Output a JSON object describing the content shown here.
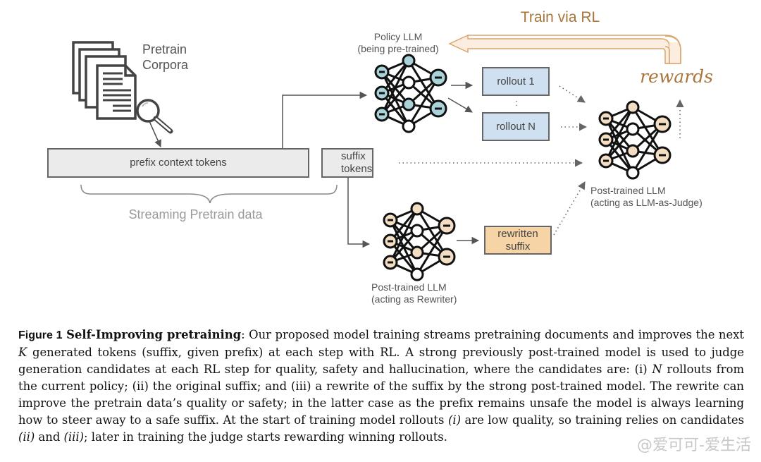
{
  "diagram": {
    "pretrain_corpora_label": [
      "Pretrain",
      "Corpora"
    ],
    "prefix_box": "prefix context tokens",
    "suffix_box": [
      "suffix",
      "tokens"
    ],
    "streaming_label": "Streaming Pretrain data",
    "policy_llm_label": [
      "Policy LLM",
      "(being pre-trained)"
    ],
    "rollout_1": "rollout 1",
    "rollout_ellipsis": ":",
    "rollout_n": "rollout N",
    "train_via_rl": "Train via RL",
    "rewards": "rewards",
    "judge_label": [
      "Post-trained LLM",
      "(acting as LLM-as-Judge)"
    ],
    "rewriter_label": [
      "Post-trained LLM",
      "(acting as Rewriter)"
    ],
    "rewritten_suffix": [
      "rewritten",
      "suffix"
    ],
    "colors": {
      "policy_node": "#a9d3d8",
      "posttrained_node": "#f3dec4",
      "rollout_box": "#cfe0f0",
      "rewritten_box": "#f6d4a5",
      "gray_box": "#ebebeb",
      "accent_brown": "#b07a3a",
      "rl_arrow_fill": "#fbeee0",
      "rl_arrow_stroke": "#d9a66b"
    }
  },
  "caption": {
    "fig_label": "Figure 1",
    "title": "Self-Improving pretraining",
    "segments": [
      ": Our proposed model training streams pretraining documents and improves the next ",
      "K",
      " generated tokens (suffix, given prefix) at each step with RL. A strong previously post-trained model is used to judge generation candidates at each RL step for quality, safety and hallucination, where the candidates are: (i) ",
      "N",
      " rollouts from the current policy; (ii) the original suffix; and (iii) a rewrite of the suffix by the strong post-trained model. The rewrite can improve the pretrain data’s quality or safety; in the latter case as the prefix remains unsafe the model is always learning how to steer away to a safe suffix. At the start of training model rollouts ",
      "(i)",
      " are low quality, so training relies on candidates ",
      "(ii)",
      " and ",
      "(iii)",
      "; later in training the judge starts rewarding winning rollouts."
    ]
  },
  "watermark": "@爱可可-爱生活"
}
